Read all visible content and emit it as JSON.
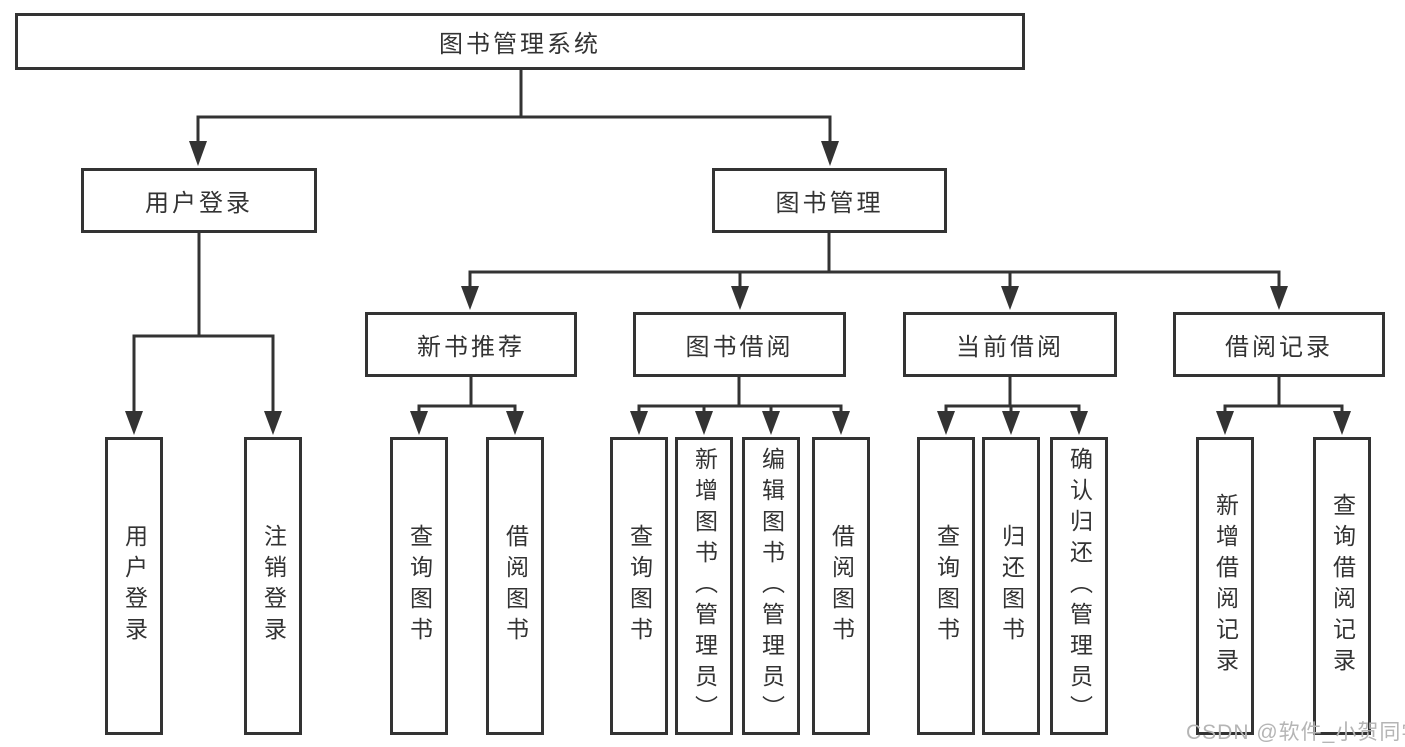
{
  "diagram": {
    "root": {
      "label": "图书管理系统"
    },
    "branches": [
      {
        "label": "用户登录",
        "leaves": [
          {
            "label": "用户登录"
          },
          {
            "label": "注销登录"
          }
        ]
      },
      {
        "label": "图书管理",
        "groups": [
          {
            "label": "新书推荐",
            "leaves": [
              {
                "label": "查询图书"
              },
              {
                "label": "借阅图书"
              }
            ]
          },
          {
            "label": "图书借阅",
            "leaves": [
              {
                "label": "查询图书"
              },
              {
                "label": "新增图书（管理员）"
              },
              {
                "label": "编辑图书（管理员）"
              },
              {
                "label": "借阅图书"
              }
            ]
          },
          {
            "label": "当前借阅",
            "leaves": [
              {
                "label": "查询图书"
              },
              {
                "label": "归还图书"
              },
              {
                "label": "确认归还（管理员）"
              }
            ]
          },
          {
            "label": "借阅记录",
            "leaves": [
              {
                "label": "新增借阅记录"
              },
              {
                "label": "查询借阅记录"
              }
            ]
          }
        ]
      }
    ]
  },
  "watermark": {
    "text": "CSDN @软件_小贺同学"
  },
  "colors": {
    "line": "#333333",
    "text": "#333333",
    "background": "#ffffff",
    "watermark": "#b5b5b5"
  }
}
